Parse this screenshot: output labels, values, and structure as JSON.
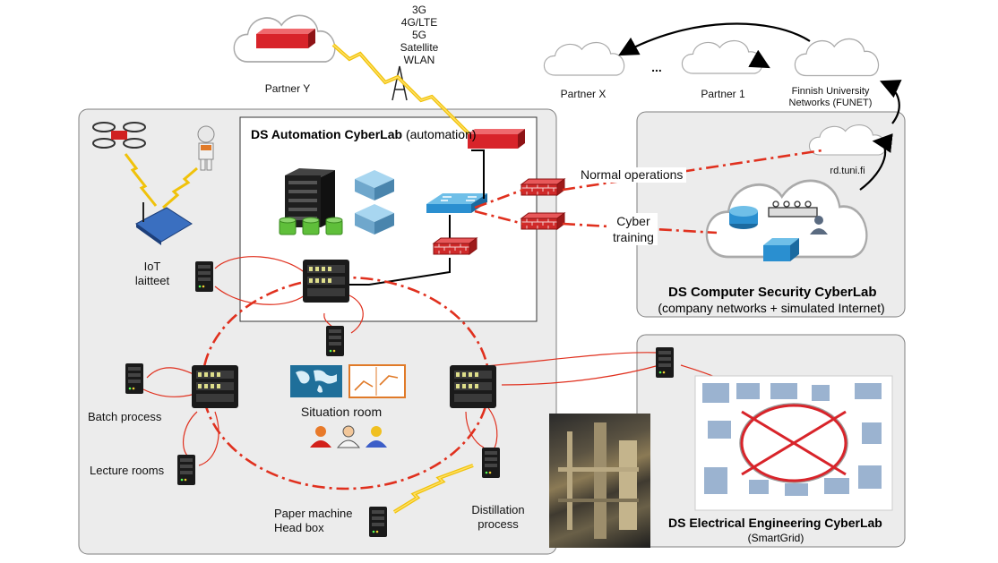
{
  "labs": {
    "automation": {
      "title": "DS Automation CyberLab",
      "qualifier": "(automation)"
    },
    "security": {
      "title": "DS Computer Security CyberLab",
      "subtitle": "(company networks + simulated Internet)"
    },
    "electrical": {
      "title": "DS Electrical Engineering CyberLab",
      "subtitle": "(SmartGrid)"
    }
  },
  "wireless": {
    "line1": "3G",
    "line2": "4G/LTE",
    "line3": "5G",
    "line4": "Satellite",
    "line5": "WLAN"
  },
  "clouds": {
    "partner_y": "Partner Y",
    "partner_x": "Partner X",
    "ellipsis": "...",
    "partner_1": "Partner 1",
    "funet_line1": "Finnish University",
    "funet_line2": "Networks (FUNET)",
    "rd": "rd.tuni.fi"
  },
  "links": {
    "normal_ops": "Normal operations",
    "cyber_line1": "Cyber",
    "cyber_line2": "training"
  },
  "nodes": {
    "iot_line1": "IoT",
    "iot_line2": "laitteet",
    "batch": "Batch process",
    "lecture": "Lecture rooms",
    "situation": "Situation room",
    "paper_line1": "Paper machine",
    "paper_line2": "Head box",
    "distill_line1": "Distillation",
    "distill_line2": "process"
  },
  "colors": {
    "link_red": "#e0301e",
    "firewall": "#c8202a",
    "switch_blue": "#2a8fd0",
    "panel_grey": "#ececec"
  },
  "icons": [
    "drone-icon",
    "robot-icon",
    "iot-board-icon",
    "server-rack-icon",
    "storage-icon",
    "switch-icon",
    "firewall-icon",
    "router-icon",
    "world-map-icon",
    "chart-icon",
    "people-icon",
    "cloud-icon",
    "tower-icon"
  ]
}
